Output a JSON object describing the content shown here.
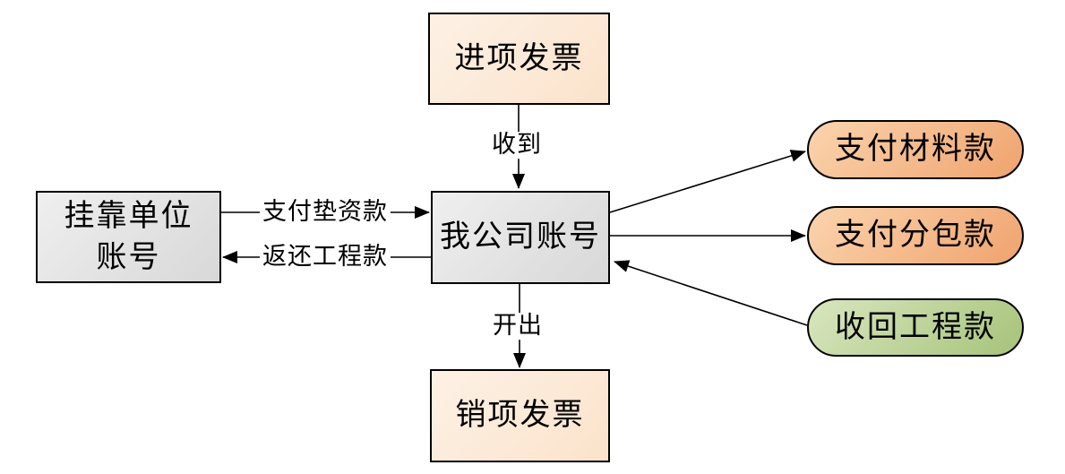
{
  "diagram": {
    "nodes": {
      "input_invoice": {
        "label": "进项发票",
        "shape": "rect",
        "fill_top": "#fdf1e5",
        "fill_bottom": "#fbe3cb"
      },
      "affiliated_account": {
        "lines": [
          "挂靠单位",
          "账号"
        ],
        "shape": "rect",
        "fill_top": "#efefef",
        "fill_bottom": "#d8d8d8"
      },
      "my_company_account": {
        "label": "我公司账号",
        "shape": "rect",
        "fill_top": "#efefef",
        "fill_bottom": "#d8d8d8"
      },
      "output_invoice": {
        "label": "销项发票",
        "shape": "rect",
        "fill_top": "#fdf1e5",
        "fill_bottom": "#fbe3cb"
      },
      "pay_material": {
        "label": "支付材料款",
        "shape": "rounded",
        "fill_top": "#fbd4ae",
        "fill_bottom": "#efa36e"
      },
      "pay_subcontract": {
        "label": "支付分包款",
        "shape": "rounded",
        "fill_top": "#fbd4ae",
        "fill_bottom": "#efa36e"
      },
      "recover_project": {
        "label": "收回工程款",
        "shape": "rounded",
        "fill_top": "#d9e6bf",
        "fill_bottom": "#a6c37a"
      }
    },
    "edges": [
      {
        "from": "input_invoice",
        "to": "my_company_account",
        "label": "收到"
      },
      {
        "from": "affiliated_account",
        "to": "my_company_account",
        "label": "支付垫资款"
      },
      {
        "from": "my_company_account",
        "to": "affiliated_account",
        "label": "返还工程款"
      },
      {
        "from": "my_company_account",
        "to": "output_invoice",
        "label": "开出"
      },
      {
        "from": "my_company_account",
        "to": "pay_material",
        "label": ""
      },
      {
        "from": "my_company_account",
        "to": "pay_subcontract",
        "label": ""
      },
      {
        "from": "recover_project",
        "to": "my_company_account",
        "label": ""
      }
    ],
    "colors": {
      "line": "#000000",
      "border": "#000000",
      "background": "#ffffff",
      "orange_pill": "#f4b183",
      "green_pill": "#b2cb8c",
      "gray_box": "#e3e3e3",
      "peach_box": "#fcebdb"
    }
  }
}
